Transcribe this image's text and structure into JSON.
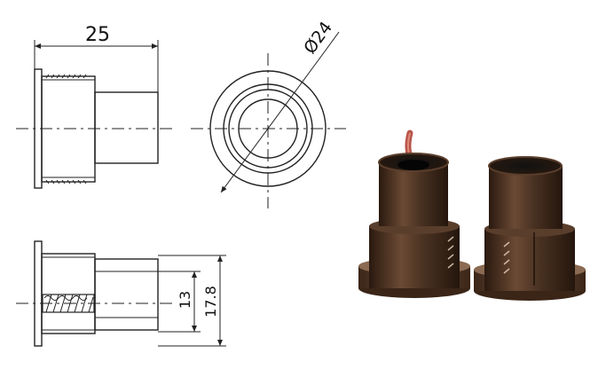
{
  "drawing": {
    "dim_length": "25",
    "dim_diameter": "Ø24",
    "dim_inner": "13",
    "dim_outer": "17.8"
  },
  "colors": {
    "line": "#222222",
    "casing_dark": "#2e1d12",
    "casing_mid": "#4a3222",
    "casing_light": "#7a5a44",
    "wire": "#b8564a"
  }
}
